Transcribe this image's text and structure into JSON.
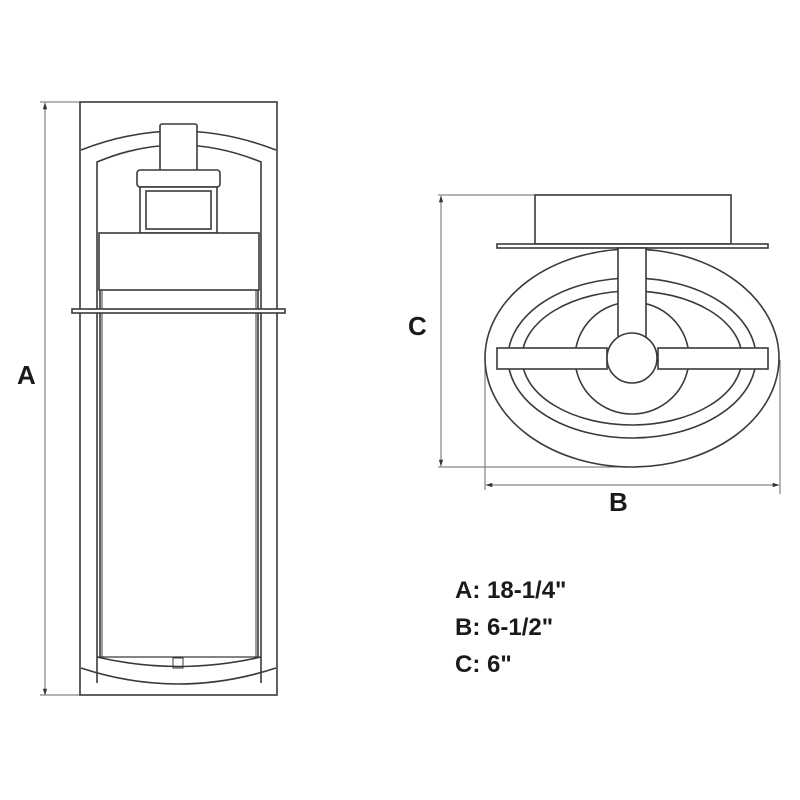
{
  "diagram": {
    "type": "dimension-drawing",
    "views": [
      {
        "name": "front-view",
        "dimension_label": "A"
      },
      {
        "name": "top-view",
        "dimension_labels": [
          "B",
          "C"
        ]
      }
    ],
    "labels": {
      "a": "A",
      "b": "B",
      "c": "C"
    },
    "specs": [
      {
        "key": "A:",
        "value": "18-1/4\""
      },
      {
        "key": "B:",
        "value": "6-1/2\""
      },
      {
        "key": "C:",
        "value": "6\""
      }
    ],
    "colors": {
      "line": "#3a3a3a",
      "dimension_line": "#6a6a6a",
      "text": "#1a1a1a",
      "background": "#ffffff"
    }
  }
}
